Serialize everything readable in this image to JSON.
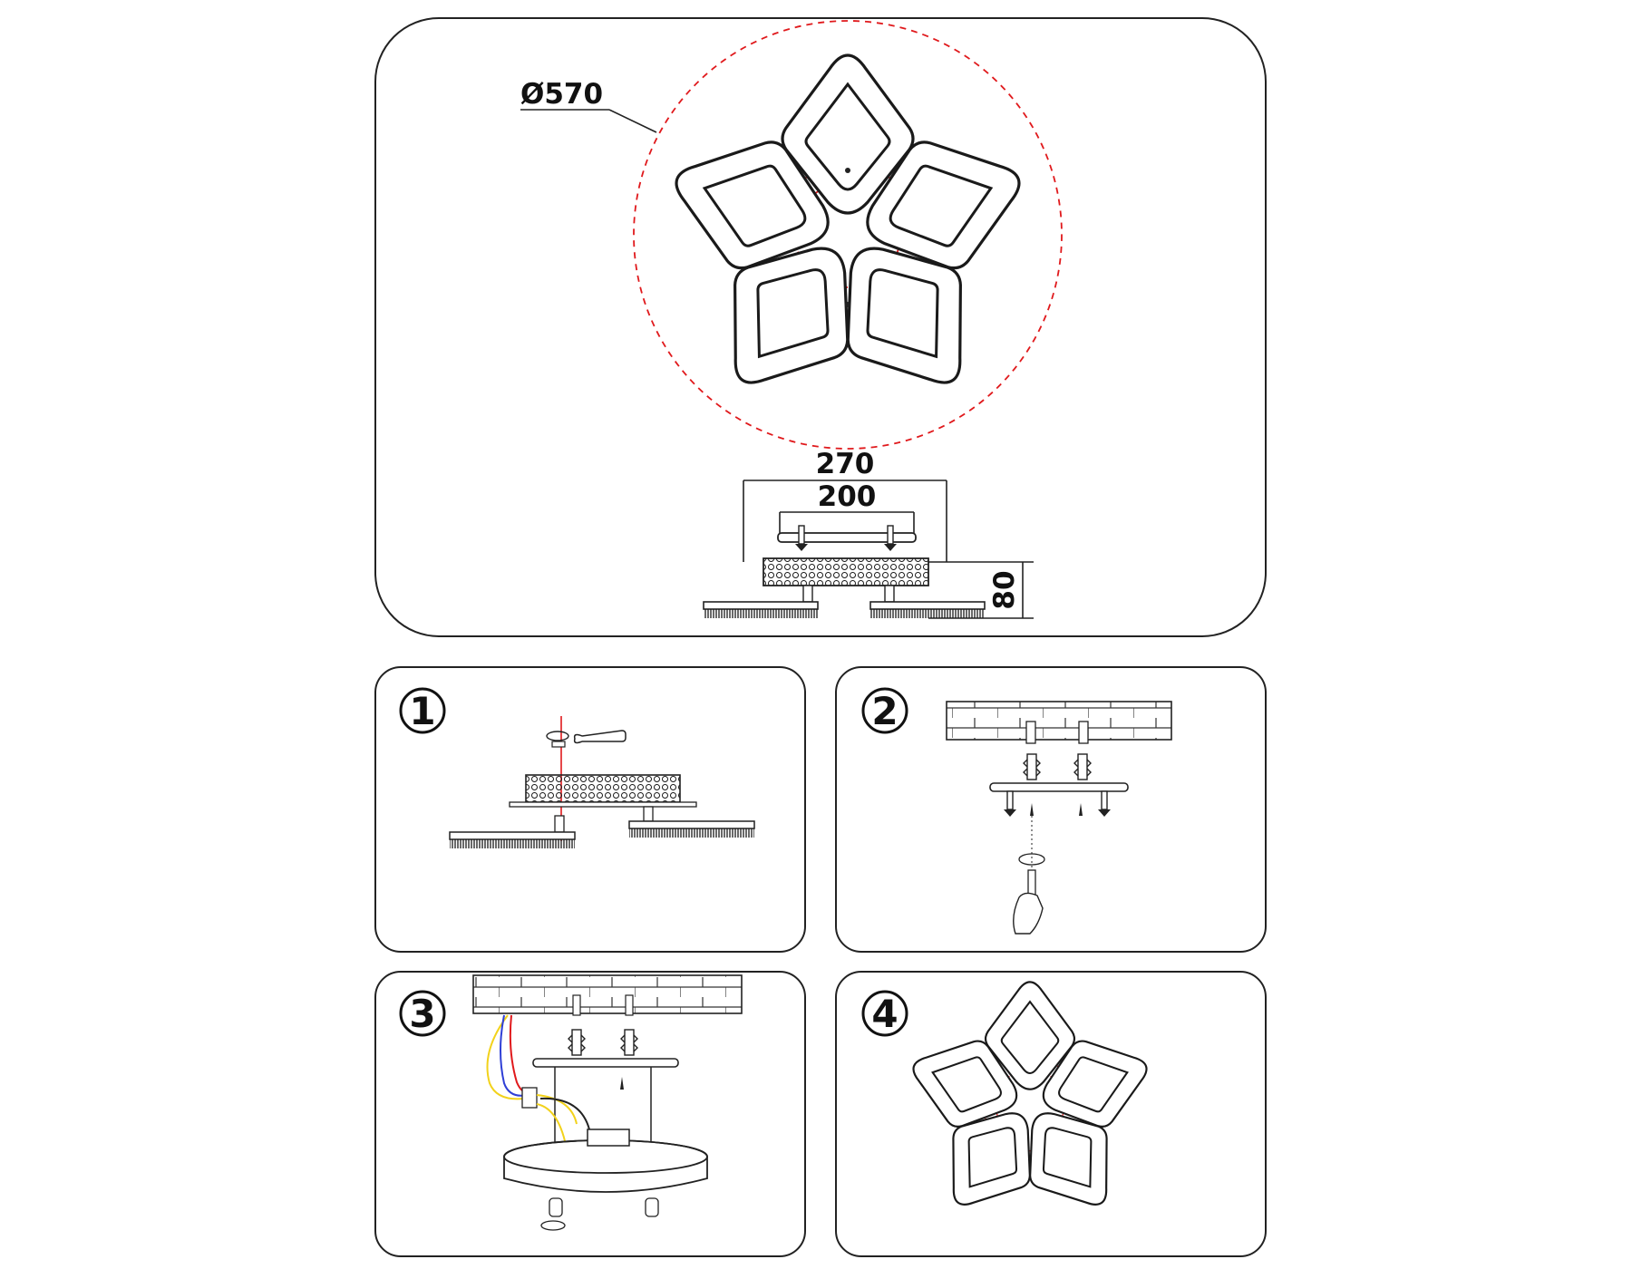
{
  "dimensions": {
    "diameter": "Ø570",
    "width_outer": "270",
    "width_inner": "200",
    "height": "80"
  },
  "steps": [
    {
      "number": "1"
    },
    {
      "number": "2"
    },
    {
      "number": "3"
    },
    {
      "number": "4"
    }
  ],
  "colors": {
    "guide_line": "#e0191c",
    "wire_yellow": "#f2d21b",
    "wire_blue": "#2f3fd6",
    "wire_red": "#e0191c",
    "outline": "#1a1a1a"
  }
}
